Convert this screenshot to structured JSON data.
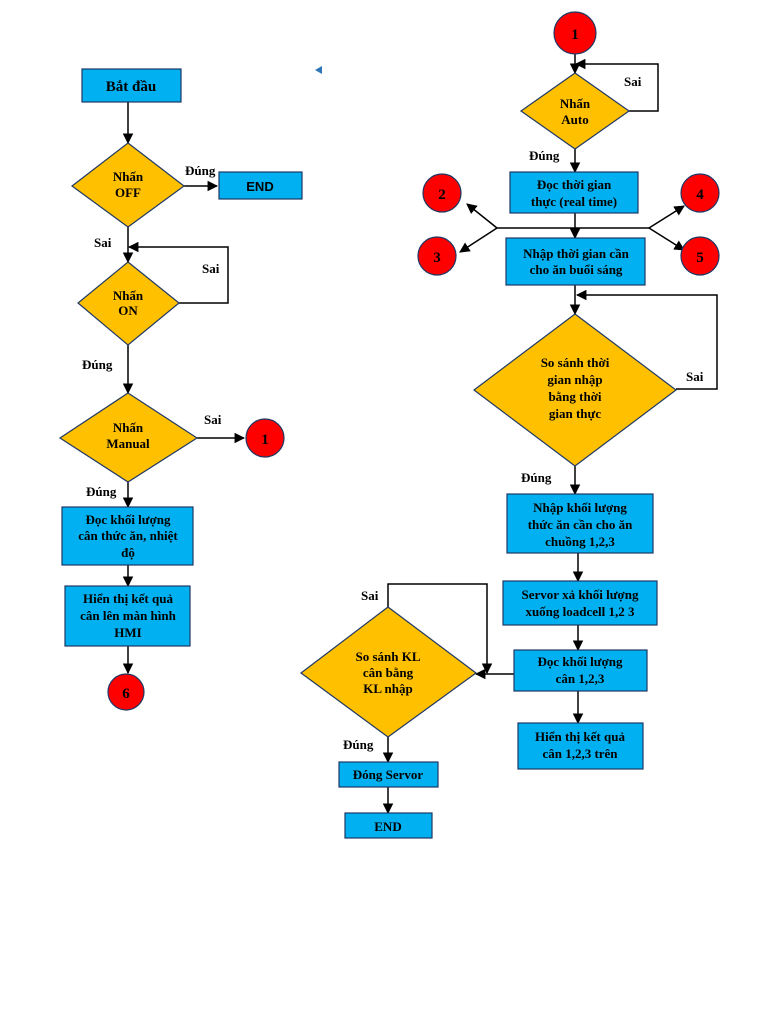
{
  "colors": {
    "process": "#00b0f0",
    "decision": "#ffc000",
    "connector": "#ff0000",
    "line": "#000000"
  },
  "left": {
    "start": "Bắt đầu",
    "off": [
      "Nhấn",
      "OFF"
    ],
    "off_yes": "Đúng",
    "off_end": "END",
    "off_no": "Sai",
    "on": [
      "Nhấn",
      "ON"
    ],
    "on_no": "Sai",
    "on_yes": "Đúng",
    "manual": [
      "Nhấn",
      "Manual"
    ],
    "manual_no": "Sai",
    "conn_1": "1",
    "manual_yes": "Đúng",
    "read_box": [
      "Đọc khối lượng",
      "cân thức ăn, nhiệt",
      "độ"
    ],
    "show_box": [
      "Hiển thị kết quả",
      "cân lên màn hình",
      "HMI"
    ],
    "conn_6": "6"
  },
  "right": {
    "conn_1": "1",
    "auto": [
      "Nhấn",
      "Auto"
    ],
    "auto_no": "Sai",
    "auto_yes": "Đúng",
    "realtime": [
      "Đọc thời gian",
      "thực (real time)"
    ],
    "conn_2": "2",
    "conn_3": "3",
    "conn_4": "4",
    "conn_5": "5",
    "morning": [
      "Nhập thời gian cần",
      "cho ăn buổi sáng"
    ],
    "compare_time": [
      "So sánh thời",
      "gian nhập",
      "bằng thời",
      "gian thực"
    ],
    "compare_no": "Sai",
    "compare_yes": "Đúng",
    "input_mass": [
      "Nhập khối lượng",
      "thức ăn cần cho ăn",
      "chuồng 1,2,3"
    ],
    "servor": [
      "Servor xả khối lượng",
      "xuống loadcell  1,2 3"
    ],
    "read_mass": [
      "Đọc khối lượng",
      "cân 1,2,3"
    ],
    "show_result": [
      "Hiển thị kết quả",
      "cân 1,2,3 trên"
    ],
    "compare_kl": [
      "So sánh KL",
      "cân bằng",
      "KL nhập"
    ],
    "kl_no": "Sai",
    "kl_yes": "Đúng",
    "close_servor": "Đóng Servor",
    "end": "END"
  }
}
